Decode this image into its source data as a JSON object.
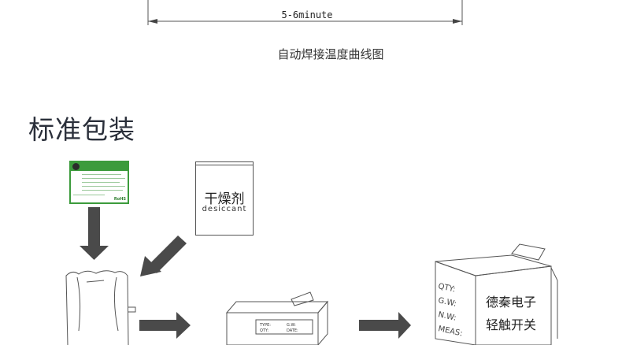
{
  "flow": {
    "duration_label": "5-6minute",
    "caption": "自动焊接温度曲线图"
  },
  "section": {
    "title": "标准包装"
  },
  "items": {
    "desiccant_cn": "干燥剂",
    "desiccant_en": "desiccant",
    "carton_line1": "德秦电子",
    "carton_line2": "轻触开关",
    "box_label_type": "TYPE:",
    "box_label_gw": "G.W:",
    "box_label_qty": "QTY:",
    "box_label_date": "DATE:",
    "carton_side_qty": "QTY:",
    "carton_side_gw": "G.W:",
    "carton_side_nw": "N.W:",
    "carton_side_meas": "MEAS:",
    "label_rohs": "RoHS"
  },
  "colors": {
    "arrow": "#4a4a4a",
    "label_green": "#3c9b3c",
    "line": "#555555"
  }
}
